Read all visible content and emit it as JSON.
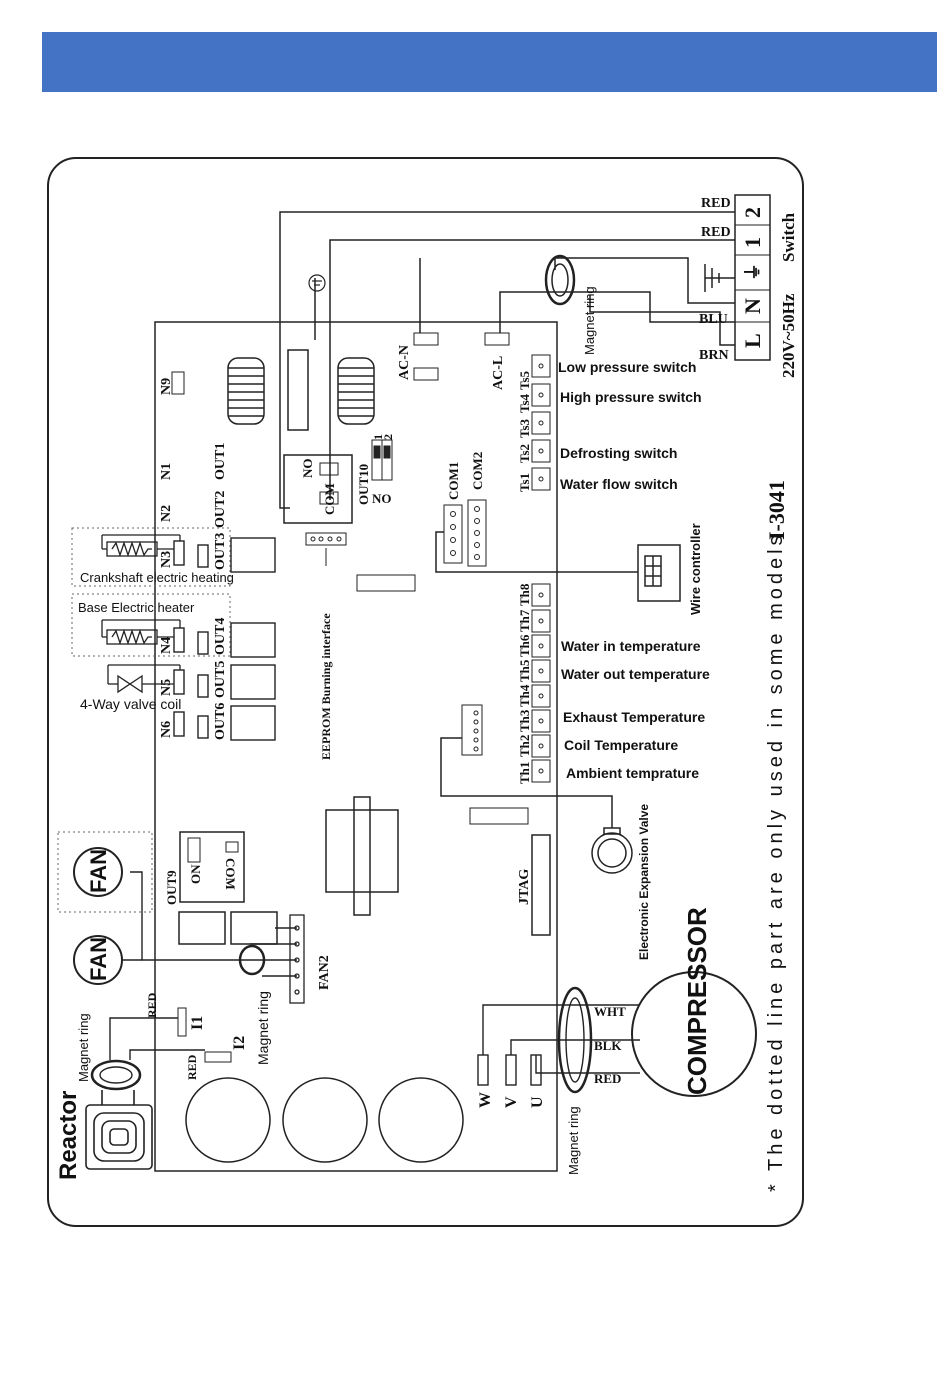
{
  "header": {
    "color": "#4472c4"
  },
  "diagram": {
    "reactor": "Reactor",
    "magnet_ring": "Magnet ring",
    "fan": "FAN",
    "i1": "I1",
    "i2": "I2",
    "red": "RED",
    "wht": "WHT",
    "blk": "BLK",
    "blu": "BLU",
    "brn": "BRN",
    "w": "W",
    "v": "V",
    "u": "U",
    "compressor": "COMPRESSOR",
    "fan2": "FAN2",
    "out9": "OUT9",
    "on": "ON",
    "com": "COM",
    "no": "NO",
    "out10": "OUT10",
    "jtag": "JTAG",
    "eev": "Electronic Expansion Valve",
    "eeprom": "EEPROM Burning interface",
    "ac_n": "AC-N",
    "ac_l": "AC-L",
    "com1": "COM1",
    "com2": "COM2",
    "wire_controller": "Wire controller",
    "crankshaft": "Crankshaft electric heating",
    "base_heater": "Base Electric heater",
    "four_way": "4-Way valve coil",
    "n_labels": [
      "N9",
      "N1",
      "N2",
      "N3",
      "N4",
      "N5",
      "N6"
    ],
    "out_labels": [
      "OUT1",
      "OUT2",
      "OUT3",
      "OUT4",
      "OUT5",
      "OUT6"
    ],
    "ts_labels": [
      "Ts1",
      "Ts2",
      "Ts3",
      "Ts4",
      "Ts5"
    ],
    "th_labels": [
      "Th1",
      "Th2",
      "Th3",
      "Th4",
      "Th5",
      "Th6",
      "Th7",
      "Th8"
    ],
    "switches": [
      "Low pressure switch",
      "High pressure switch",
      "Defrosting switch",
      "Water flow switch"
    ],
    "temps": [
      "Water in temperature",
      "Water out temperature",
      "Exhaust Temperature",
      "Coil Temperature",
      "Ambient temprature"
    ],
    "terminal_block": [
      "2",
      "1",
      "⏚",
      "N",
      "L"
    ],
    "supply": "220V~50Hz",
    "switch_label": "Switch",
    "dip": [
      "1",
      "2"
    ],
    "note": "* The dotted line part are only used in some models",
    "model": "I-3041"
  }
}
